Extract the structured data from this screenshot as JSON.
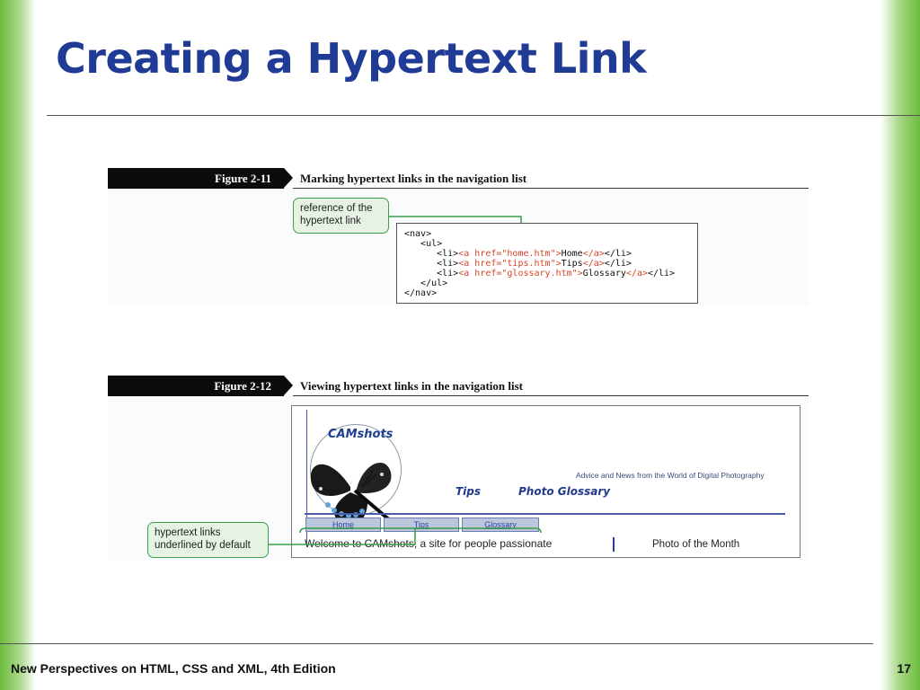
{
  "slide": {
    "title": "Creating a Hypertext Link",
    "footer": "New Perspectives on HTML, CSS and XML, 4th Edition",
    "page_number": "17"
  },
  "figure1": {
    "label": "Figure 2-11",
    "caption": "Marking hypertext links in the navigation list",
    "callout": "reference of the hypertext link"
  },
  "figure2": {
    "label": "Figure 2-12",
    "caption": "Viewing hypertext links in the navigation list",
    "callout": "hypertext links underlined by default",
    "site": {
      "logo": "CAMshots",
      "tagline": "Advice and News from the World of Digital Photography",
      "nav_tips": "Tips",
      "nav_glossary": "Photo Glossary",
      "links": [
        "Home",
        "Tips",
        "Glossary"
      ],
      "welcome": "Welcome to CAMshots, a site for people passionate",
      "photo_month": "Photo of the Month"
    }
  },
  "colors": {
    "title": "#1f3b95",
    "accent_green": "#3a9e4a",
    "code_tag": "#d6452a"
  }
}
